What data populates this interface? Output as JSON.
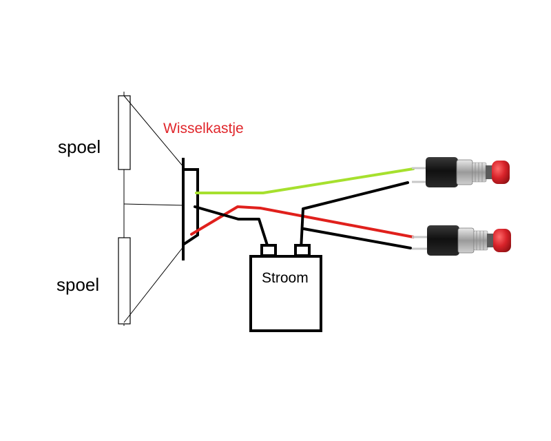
{
  "labels": {
    "coil_top": "spoel",
    "coil_bottom": "spoel",
    "switch_box": "Wisselkastje",
    "power": "Stroom"
  },
  "colors": {
    "background": "#ffffff",
    "outline": "#000000",
    "title": "#e0262b",
    "wire_green": "#a6e02e",
    "wire_red": "#e0201c",
    "wire_black": "#000000",
    "button_red": "#d8232a",
    "button_body": "#141414",
    "metal": "#b8b8b8"
  },
  "icons": {
    "coil": "coil-rectangle-icon",
    "switch": "switch-box-icon",
    "power": "battery-icon",
    "pushbutton": "pushbutton-icon"
  }
}
